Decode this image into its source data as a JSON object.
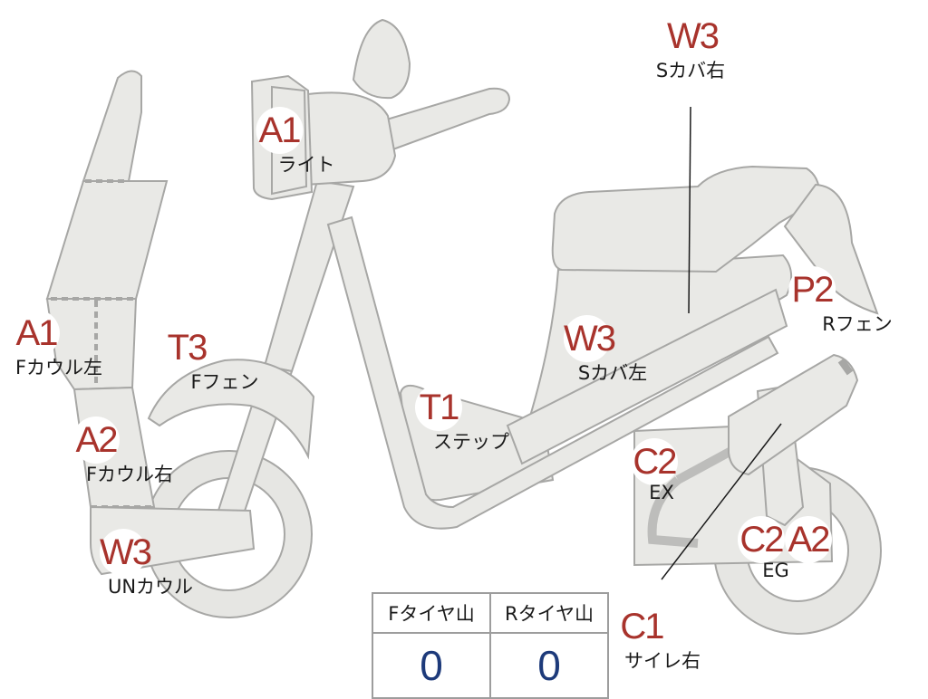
{
  "labels": {
    "light": {
      "code": "A1",
      "name": "ライト"
    },
    "seat_cover_right": {
      "code": "W3",
      "name": "Sカバ右"
    },
    "front_cowl_left": {
      "code": "A1",
      "name": "Fカウル左"
    },
    "front_fender": {
      "code": "T3",
      "name": "Fフェン"
    },
    "front_cowl_right": {
      "code": "A2",
      "name": "Fカウル右"
    },
    "under_cowl": {
      "code": "W3",
      "name": "UNカウル"
    },
    "step": {
      "code": "T1",
      "name": "ステップ"
    },
    "seat_cover_left": {
      "code": "W3",
      "name": "Sカバ左"
    },
    "rear_fender": {
      "code": "P2",
      "name": "Rフェン"
    },
    "exhaust": {
      "code": "C2",
      "name": "EX"
    },
    "engine": {
      "codes": [
        "C2",
        "A2"
      ],
      "name": "EG"
    },
    "silencer_right": {
      "code": "C1",
      "name": "サイレ右"
    }
  },
  "tire_table": {
    "headers": [
      "Fタイヤ山",
      "Rタイヤ山"
    ],
    "values": [
      "0",
      "0"
    ]
  },
  "colors": {
    "part_fill": "#e9e9e6",
    "part_stroke": "#a7a7a5",
    "code_text": "#a8332c",
    "tire_value_text": "#1d3a7a"
  }
}
